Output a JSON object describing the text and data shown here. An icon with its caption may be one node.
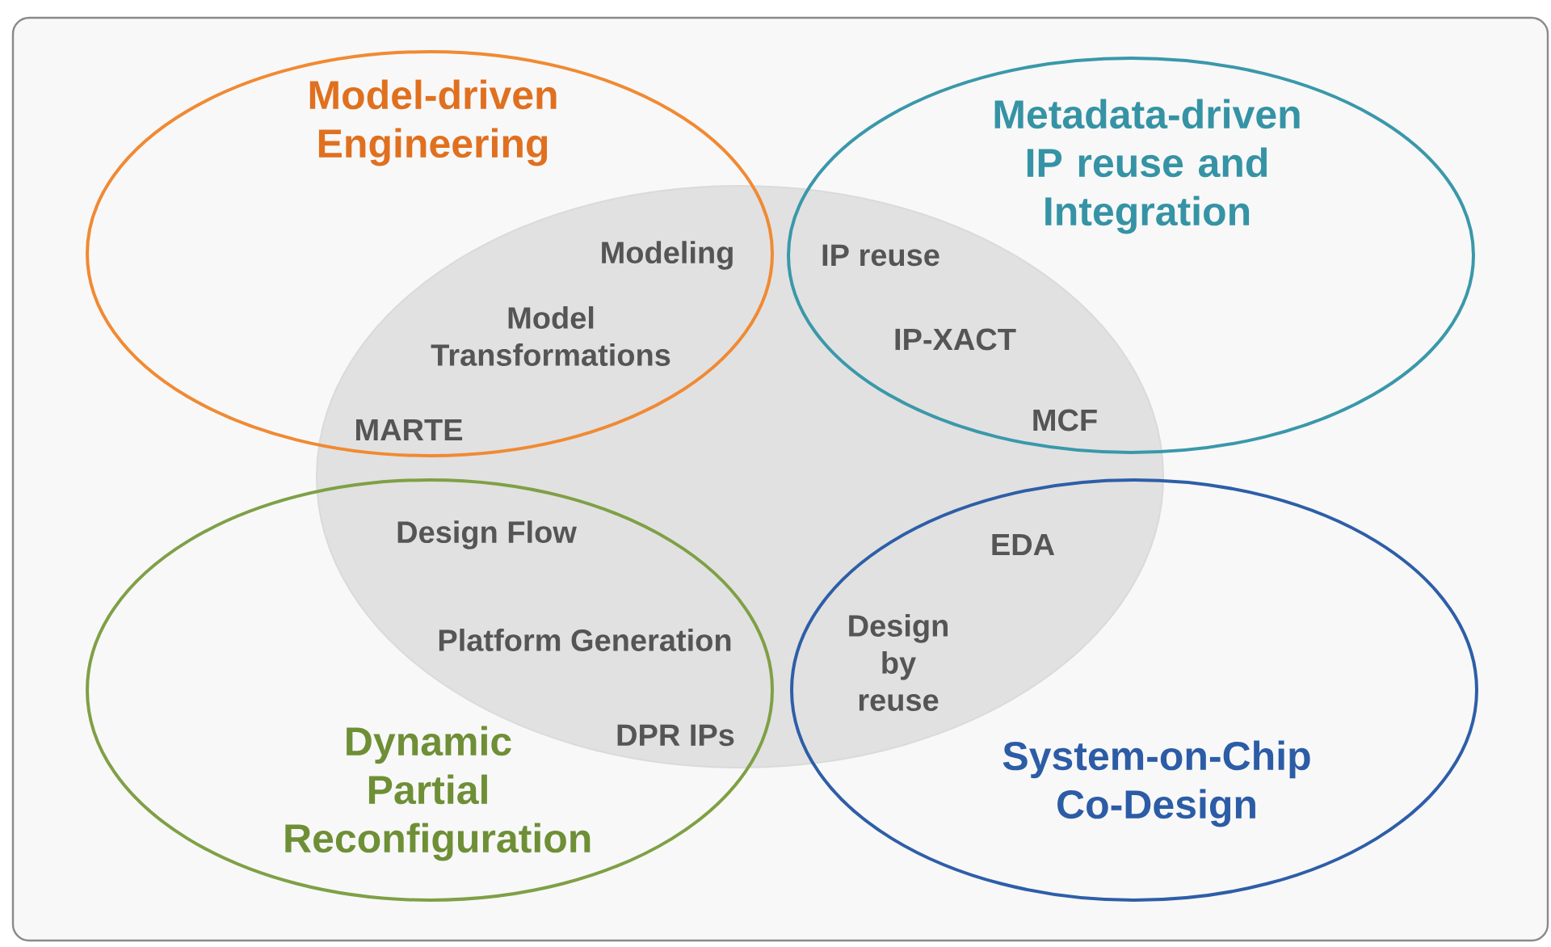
{
  "diagram": {
    "nodes": [
      {
        "text": [
          "Model-driven Engineering"
        ]
      },
      {
        "text": [
          "Metadata-driven IP reuse and Integration"
        ]
      },
      {
        "text": [],
        "shape": "ellipse"
      },
      {
        "text": [
          "Dynamic Partial Reconfiguration"
        ]
      },
      {
        "text": [
          "System-on-Chip Co-Design"
        ]
      }
    ],
    "labels": [
      "Modeling",
      "IP reuse",
      "Model Transformations",
      "IP-XACT",
      "MARTE",
      "MCF",
      "Design Flow",
      "EDA",
      "Platform Generation",
      "Design by reuse",
      "DPR IPs"
    ]
  }
}
